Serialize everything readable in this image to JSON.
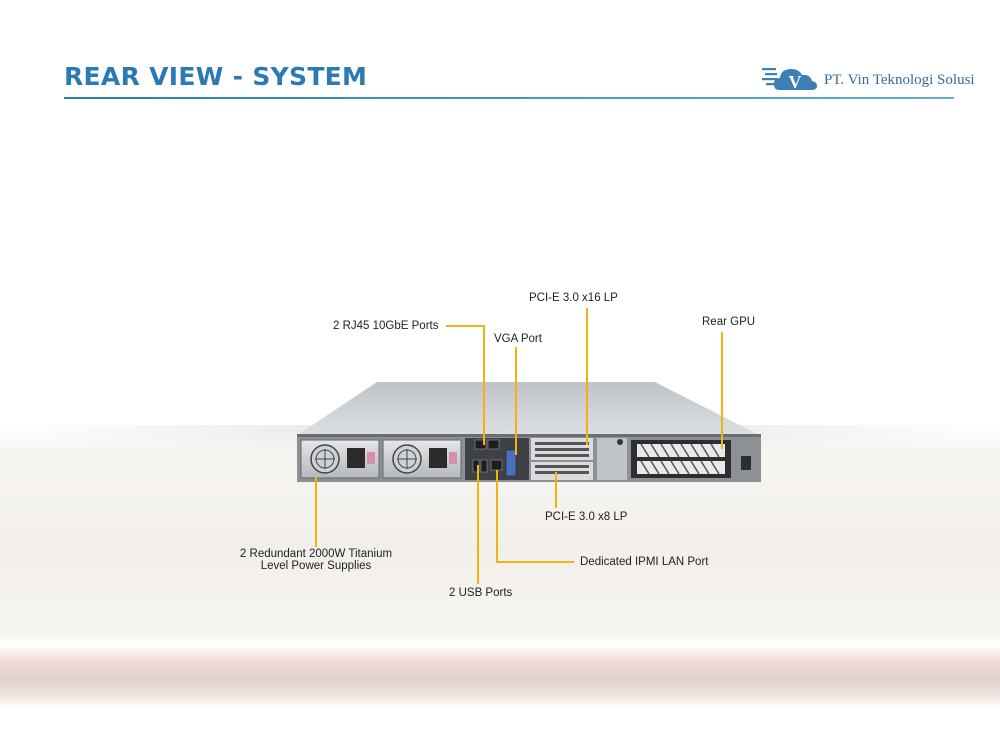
{
  "header": {
    "title": "REAR VIEW - SYSTEM",
    "logo_text": "PT. Vin Teknologi Solusi",
    "logo_letter": "V"
  },
  "colors": {
    "title": "#2a7ab6",
    "callout_line": "#f2b20f",
    "chassis": "#c9ccd0",
    "rear_panel": "#4a4d52"
  },
  "callouts": {
    "rj45": "2 RJ45 10GbE Ports",
    "vga": "VGA Port",
    "pcie_x16": "PCI-E 3.0 x16 LP",
    "rear_gpu": "Rear GPU",
    "pcie_x8": "PCI-E 3.0 x8 LP",
    "power_line1": "2 Redundant 2000W Titanium",
    "power_line2": "Level Power Supplies",
    "ipmi": "Dedicated IPMI LAN Port",
    "usb": "2 USB Ports"
  }
}
